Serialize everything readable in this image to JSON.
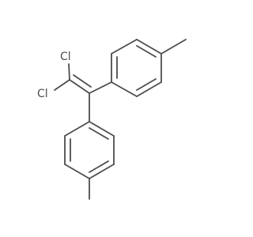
{
  "molecule": {
    "atoms": [
      {
        "id": "cl1",
        "label": "Cl"
      },
      {
        "id": "cl2",
        "label": "Cl"
      }
    ],
    "colors": {
      "bond": "#4d4d4d",
      "label": "#4d4d4d",
      "background": "#ffffff"
    }
  }
}
